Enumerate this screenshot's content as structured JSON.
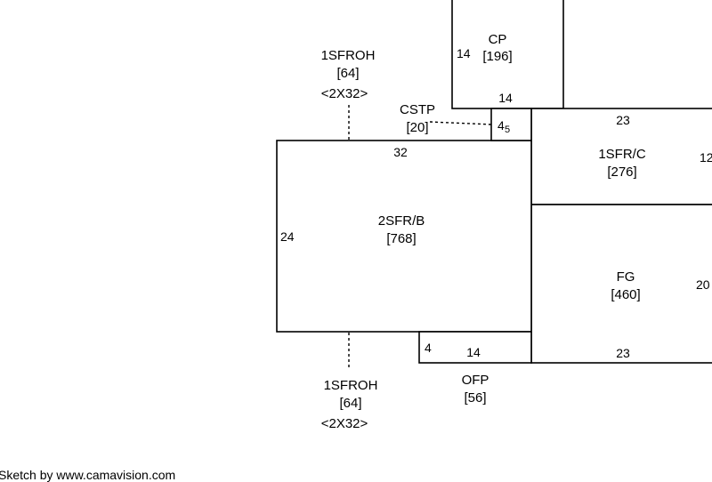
{
  "areas": {
    "cp": {
      "name": "CP",
      "area": "[196]"
    },
    "cstp": {
      "name": "CSTP",
      "area": "[20]"
    },
    "sfroh_top": {
      "name": "1SFROH",
      "area": "[64]",
      "size": "<2X32>"
    },
    "sfr_b": {
      "name": "2SFR/B",
      "area": "[768]"
    },
    "sfr_c": {
      "name": "1SFR/C",
      "area": "[276]"
    },
    "fg": {
      "name": "FG",
      "area": "[460]"
    },
    "sfroh_bottom": {
      "name": "1SFROH",
      "area": "[64]",
      "size": "<2X32>"
    },
    "ofp": {
      "name": "OFP",
      "area": "[56]"
    }
  },
  "dimensions": {
    "cp_left": "14",
    "cp_bottom": "14",
    "cstp_w": "4",
    "cstp_h": "5",
    "sfrb_top": "32",
    "sfrb_left": "24",
    "sfrc_top": "23",
    "sfrc_right": "12",
    "fg_right": "20",
    "fg_bottom": "23",
    "ofp_left": "4",
    "ofp_bottom": "14"
  },
  "footer": "Sketch by www.camavision.com"
}
